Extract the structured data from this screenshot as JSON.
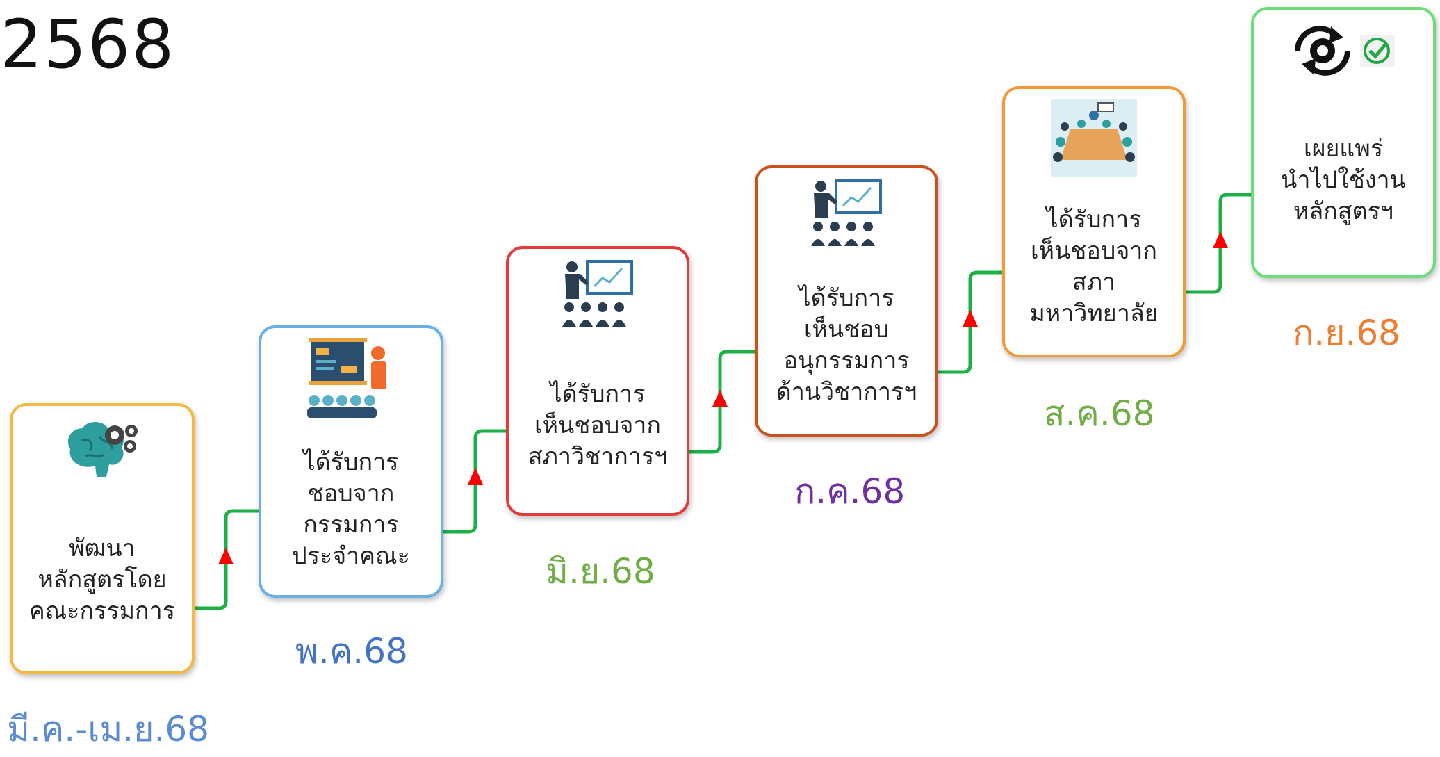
{
  "header": {
    "year": "2568"
  },
  "steps": [
    {
      "text": "พัฒนา\nหลักสูตรโดย\nคณะกรรมการ",
      "date": "มี.ค.-เม.ย.68",
      "icon": "brain-gears-icon",
      "border_color": "#F4B942",
      "date_color": "#5B8BD0"
    },
    {
      "text": "ได้รับการ\nชอบจาก\nกรรมการ\nประจำคณะ",
      "date": "พ.ค.68",
      "icon": "teacher-board-audience-icon",
      "border_color": "#6AAFE6",
      "date_color": "#4472C4"
    },
    {
      "text": "ได้รับการ\nเห็นชอบจาก\nสภาวิชาการฯ",
      "date": "มิ.ย.68",
      "icon": "presenter-chart-audience-icon",
      "border_color": "#E03C3C",
      "date_color": "#70AD47"
    },
    {
      "text": "ได้รับการ\nเห็นชอบ\nอนุกรรมการ\nด้านวิชาการฯ",
      "date": "ก.ค.68",
      "icon": "presenter-chart-audience-icon",
      "border_color": "#C9521F",
      "date_color": "#7030A0"
    },
    {
      "text": "ได้รับการ\nเห็นชอบจาก\nสภา\nมหาวิทยาลัย",
      "date": "ส.ค.68",
      "icon": "meeting-table-icon",
      "border_color": "#F29A3A",
      "date_color": "#70AD47"
    },
    {
      "text": "เผยแพร่\nนำไปใช้งาน\nหลักสูตรฯ",
      "date": "ก.ย.68",
      "icon": "gear-cycle-check-icon",
      "border_color": "#6DDB7A",
      "date_color": "#ED7D31"
    }
  ],
  "colors": {
    "connector": "#1DB046",
    "arrow": "#FF0000"
  }
}
